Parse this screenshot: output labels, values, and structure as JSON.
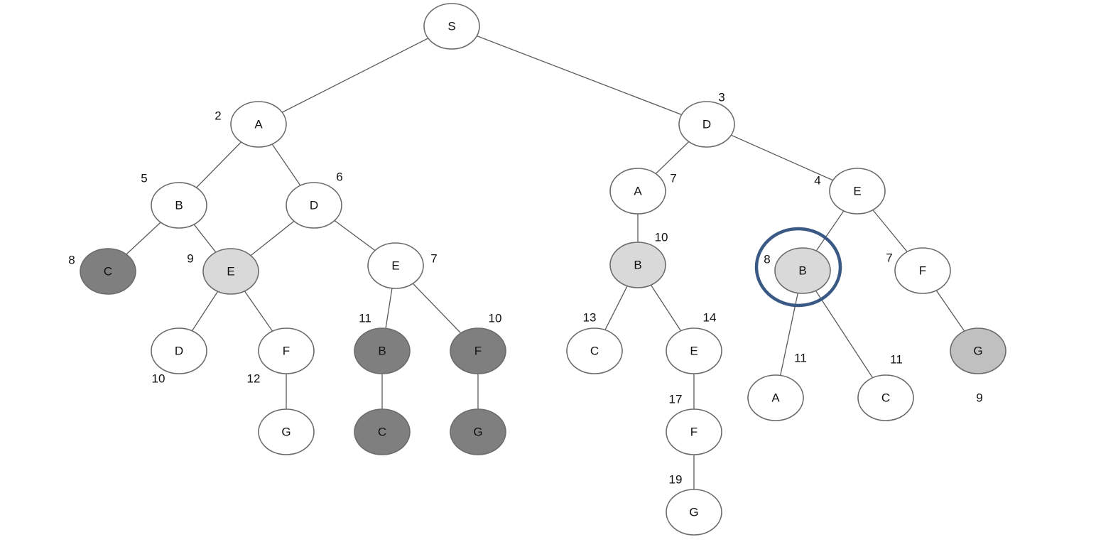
{
  "diagram": {
    "type": "search-tree",
    "colors": {
      "white": "#ffffff",
      "light": "#d9d9d9",
      "medium": "#c0c0c0",
      "dark": "#7f7f7f",
      "highlight": "#3a5a85"
    },
    "nodes": [
      {
        "id": "S",
        "label": "S",
        "cost": "",
        "fill": "white"
      },
      {
        "id": "A1",
        "label": "A",
        "cost": "2",
        "fill": "white"
      },
      {
        "id": "D1",
        "label": "D",
        "cost": "3",
        "fill": "white"
      },
      {
        "id": "B1",
        "label": "B",
        "cost": "5",
        "fill": "white"
      },
      {
        "id": "D2",
        "label": "D",
        "cost": "6",
        "fill": "white"
      },
      {
        "id": "C1",
        "label": "C",
        "cost": "8",
        "fill": "dark"
      },
      {
        "id": "E1",
        "label": "E",
        "cost": "9",
        "fill": "light"
      },
      {
        "id": "E2",
        "label": "E",
        "cost": "7",
        "fill": "white"
      },
      {
        "id": "D3",
        "label": "D",
        "cost": "10",
        "fill": "white"
      },
      {
        "id": "F1",
        "label": "F",
        "cost": "12",
        "fill": "white"
      },
      {
        "id": "G1",
        "label": "G",
        "cost": "",
        "fill": "white"
      },
      {
        "id": "B2",
        "label": "B",
        "cost": "11",
        "fill": "dark"
      },
      {
        "id": "C2",
        "label": "C",
        "cost": "",
        "fill": "dark"
      },
      {
        "id": "F2",
        "label": "F",
        "cost": "10",
        "fill": "dark"
      },
      {
        "id": "G2",
        "label": "G",
        "cost": "",
        "fill": "dark"
      },
      {
        "id": "A2",
        "label": "A",
        "cost": "7",
        "fill": "white"
      },
      {
        "id": "E3",
        "label": "E",
        "cost": "4",
        "fill": "white"
      },
      {
        "id": "B3",
        "label": "B",
        "cost": "10",
        "fill": "light"
      },
      {
        "id": "C3",
        "label": "C",
        "cost": "13",
        "fill": "white"
      },
      {
        "id": "E4",
        "label": "E",
        "cost": "14",
        "fill": "white"
      },
      {
        "id": "F3",
        "label": "F",
        "cost": "17",
        "fill": "white"
      },
      {
        "id": "G3",
        "label": "G",
        "cost": "19",
        "fill": "white"
      },
      {
        "id": "B4",
        "label": "B",
        "cost": "8",
        "fill": "light",
        "highlighted": true
      },
      {
        "id": "F4",
        "label": "F",
        "cost": "7",
        "fill": "white"
      },
      {
        "id": "A3",
        "label": "A",
        "cost": "11",
        "fill": "white"
      },
      {
        "id": "C4",
        "label": "C",
        "cost": "11",
        "fill": "white"
      },
      {
        "id": "G4",
        "label": "G",
        "cost": "9",
        "fill": "medium"
      }
    ],
    "edges": [
      [
        "S",
        "A1"
      ],
      [
        "S",
        "D1"
      ],
      [
        "A1",
        "B1"
      ],
      [
        "A1",
        "D2"
      ],
      [
        "B1",
        "C1"
      ],
      [
        "B1",
        "E1"
      ],
      [
        "D2",
        "E1"
      ],
      [
        "D2",
        "E2"
      ],
      [
        "E1",
        "D3"
      ],
      [
        "E1",
        "F1"
      ],
      [
        "F1",
        "G1"
      ],
      [
        "E2",
        "B2"
      ],
      [
        "E2",
        "F2"
      ],
      [
        "B2",
        "C2"
      ],
      [
        "F2",
        "G2"
      ],
      [
        "D1",
        "A2"
      ],
      [
        "D1",
        "E3"
      ],
      [
        "A2",
        "B3"
      ],
      [
        "B3",
        "C3"
      ],
      [
        "B3",
        "E4"
      ],
      [
        "E4",
        "F3"
      ],
      [
        "F3",
        "G3"
      ],
      [
        "E3",
        "B4"
      ],
      [
        "E3",
        "F4"
      ],
      [
        "B4",
        "A3"
      ],
      [
        "B4",
        "C4"
      ],
      [
        "F4",
        "G4"
      ]
    ]
  }
}
